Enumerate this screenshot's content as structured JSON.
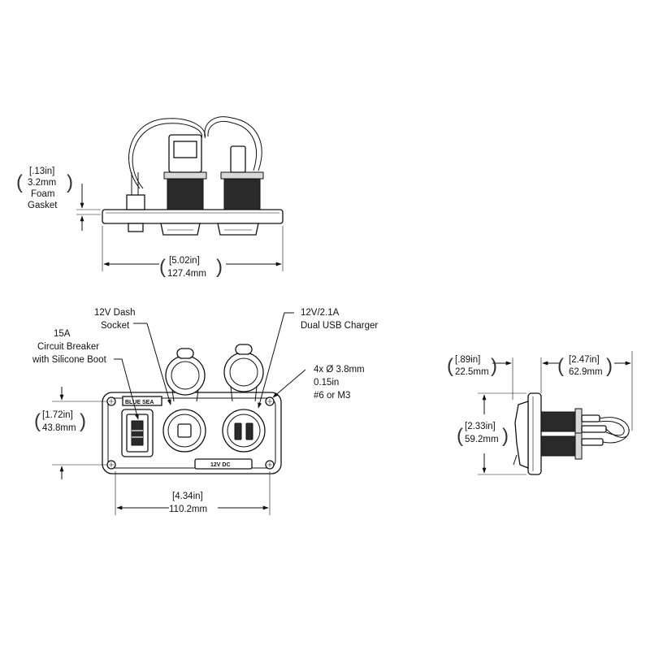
{
  "top_view": {
    "gasket_in": "[.13in]",
    "gasket_mm": "3.2mm",
    "gasket_desc_1": "Foam",
    "gasket_desc_2": "Gasket",
    "width_in": "[5.02in]",
    "width_mm": "127.4mm"
  },
  "front_view": {
    "dash_socket_line1": "12V Dash",
    "dash_socket_line2": "Socket",
    "usb_line1": "12V/2.1A",
    "usb_line2": "Dual USB Charger",
    "breaker_line1": "15A",
    "breaker_line2": "Circuit Breaker",
    "breaker_line3": "with Silicone Boot",
    "holes_line1": "4x Ø 3.8mm",
    "holes_line2": "0.15in",
    "holes_line3": "#6 or M3",
    "height_in": "[1.72in]",
    "height_mm": "43.8mm",
    "width_in": "[4.34in]",
    "width_mm": "110.2mm",
    "plate_text": "12V DC",
    "brand_text": "BLUE SEA"
  },
  "side_view": {
    "depth_front_in": "[.89in]",
    "depth_front_mm": "22.5mm",
    "depth_back_in": "[2.47in]",
    "depth_back_mm": "62.9mm",
    "height_in": "[2.33in]",
    "height_mm": "59.2mm"
  }
}
